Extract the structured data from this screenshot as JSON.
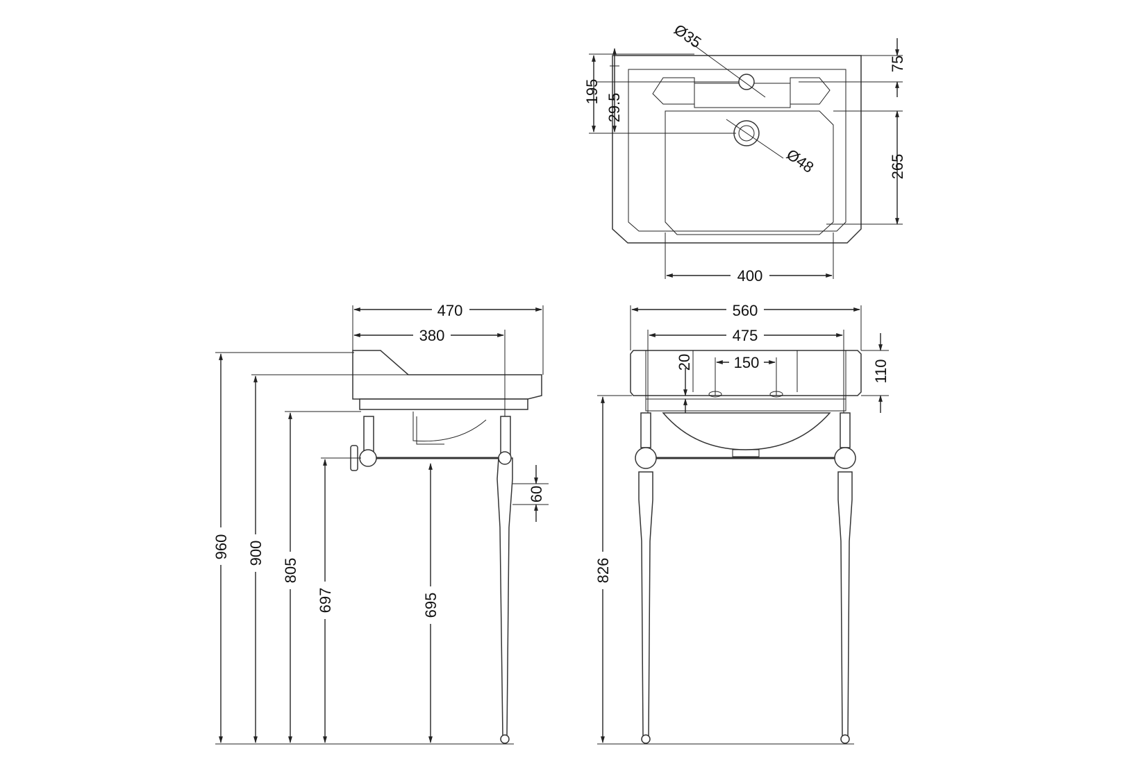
{
  "drawing": {
    "plan": {
      "tap_hole": "Ø35",
      "waste": "Ø48",
      "depth": "195",
      "offset": "29.5",
      "rim": "75",
      "bowl_depth": "265",
      "bowl_width": "400"
    },
    "side": {
      "depth": "470",
      "leg_depth": "380",
      "h_total": "960",
      "h_rim": "900",
      "h_under": "805",
      "h_rail": "697",
      "h_trap": "695",
      "collar": "60"
    },
    "front": {
      "width": "560",
      "leg_width": "475",
      "tap_centres": "150",
      "tap_offset": "20",
      "basin_height": "110",
      "h_under": "826"
    }
  }
}
